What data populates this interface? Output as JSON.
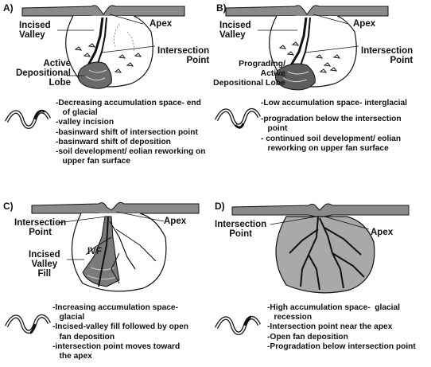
{
  "panels": [
    {
      "letter": "A)",
      "labels": {
        "incised_valley": "Incised\nValley",
        "apex": "Apex",
        "intersection_point": "Intersection\nPoint",
        "lobe": "Active\nDepositional\nLobe"
      },
      "description": [
        "-Decreasing accumulation space- end",
        "   of glacial",
        "-valley incision",
        "-basinward shift of intersection point",
        "-basinward shift of deposition",
        "-soil development/ eolian reworking on",
        "   upper fan surface"
      ]
    },
    {
      "letter": "B)",
      "labels": {
        "incised_valley": "Incised\nValley",
        "apex": "Apex",
        "intersection_point": "Intersection\nPoint",
        "lobe": "Prograding/\nActive\nDepositional Lobe"
      },
      "description": [
        "-Low accumulation space- interglacial",
        "",
        "-progradation below the intersection",
        "   point",
        "- continued soil development/ eolian",
        "   reworking on upper fan surface"
      ]
    },
    {
      "letter": "C)",
      "labels": {
        "intersection_point": "Intersection\nPoint",
        "apex": "Apex",
        "ivf": "IVF",
        "incised_valley_fill": "Incised\nValley\nFill"
      },
      "description": [
        "-Increasing accumulation space-",
        "   glacial",
        "-Incised-valley fill followed by open",
        "   fan deposition",
        "-intersection point moves toward",
        "   the apex"
      ]
    },
    {
      "letter": "D)",
      "labels": {
        "intersection_point": "Intersection\nPoint",
        "apex": "Apex"
      },
      "description": [
        "-High accumulation space-  glacial",
        "   recession",
        "-Intersection point near the apex",
        "-Open fan deposition",
        "-Progradation below intersection point"
      ]
    }
  ],
  "colors": {
    "ink": "#111111",
    "mountain": "#8a8a8a",
    "fan_dark": "#5a5a5a",
    "fan_mid": "#9a9a9a",
    "fan_light": "#c8c8c8"
  }
}
